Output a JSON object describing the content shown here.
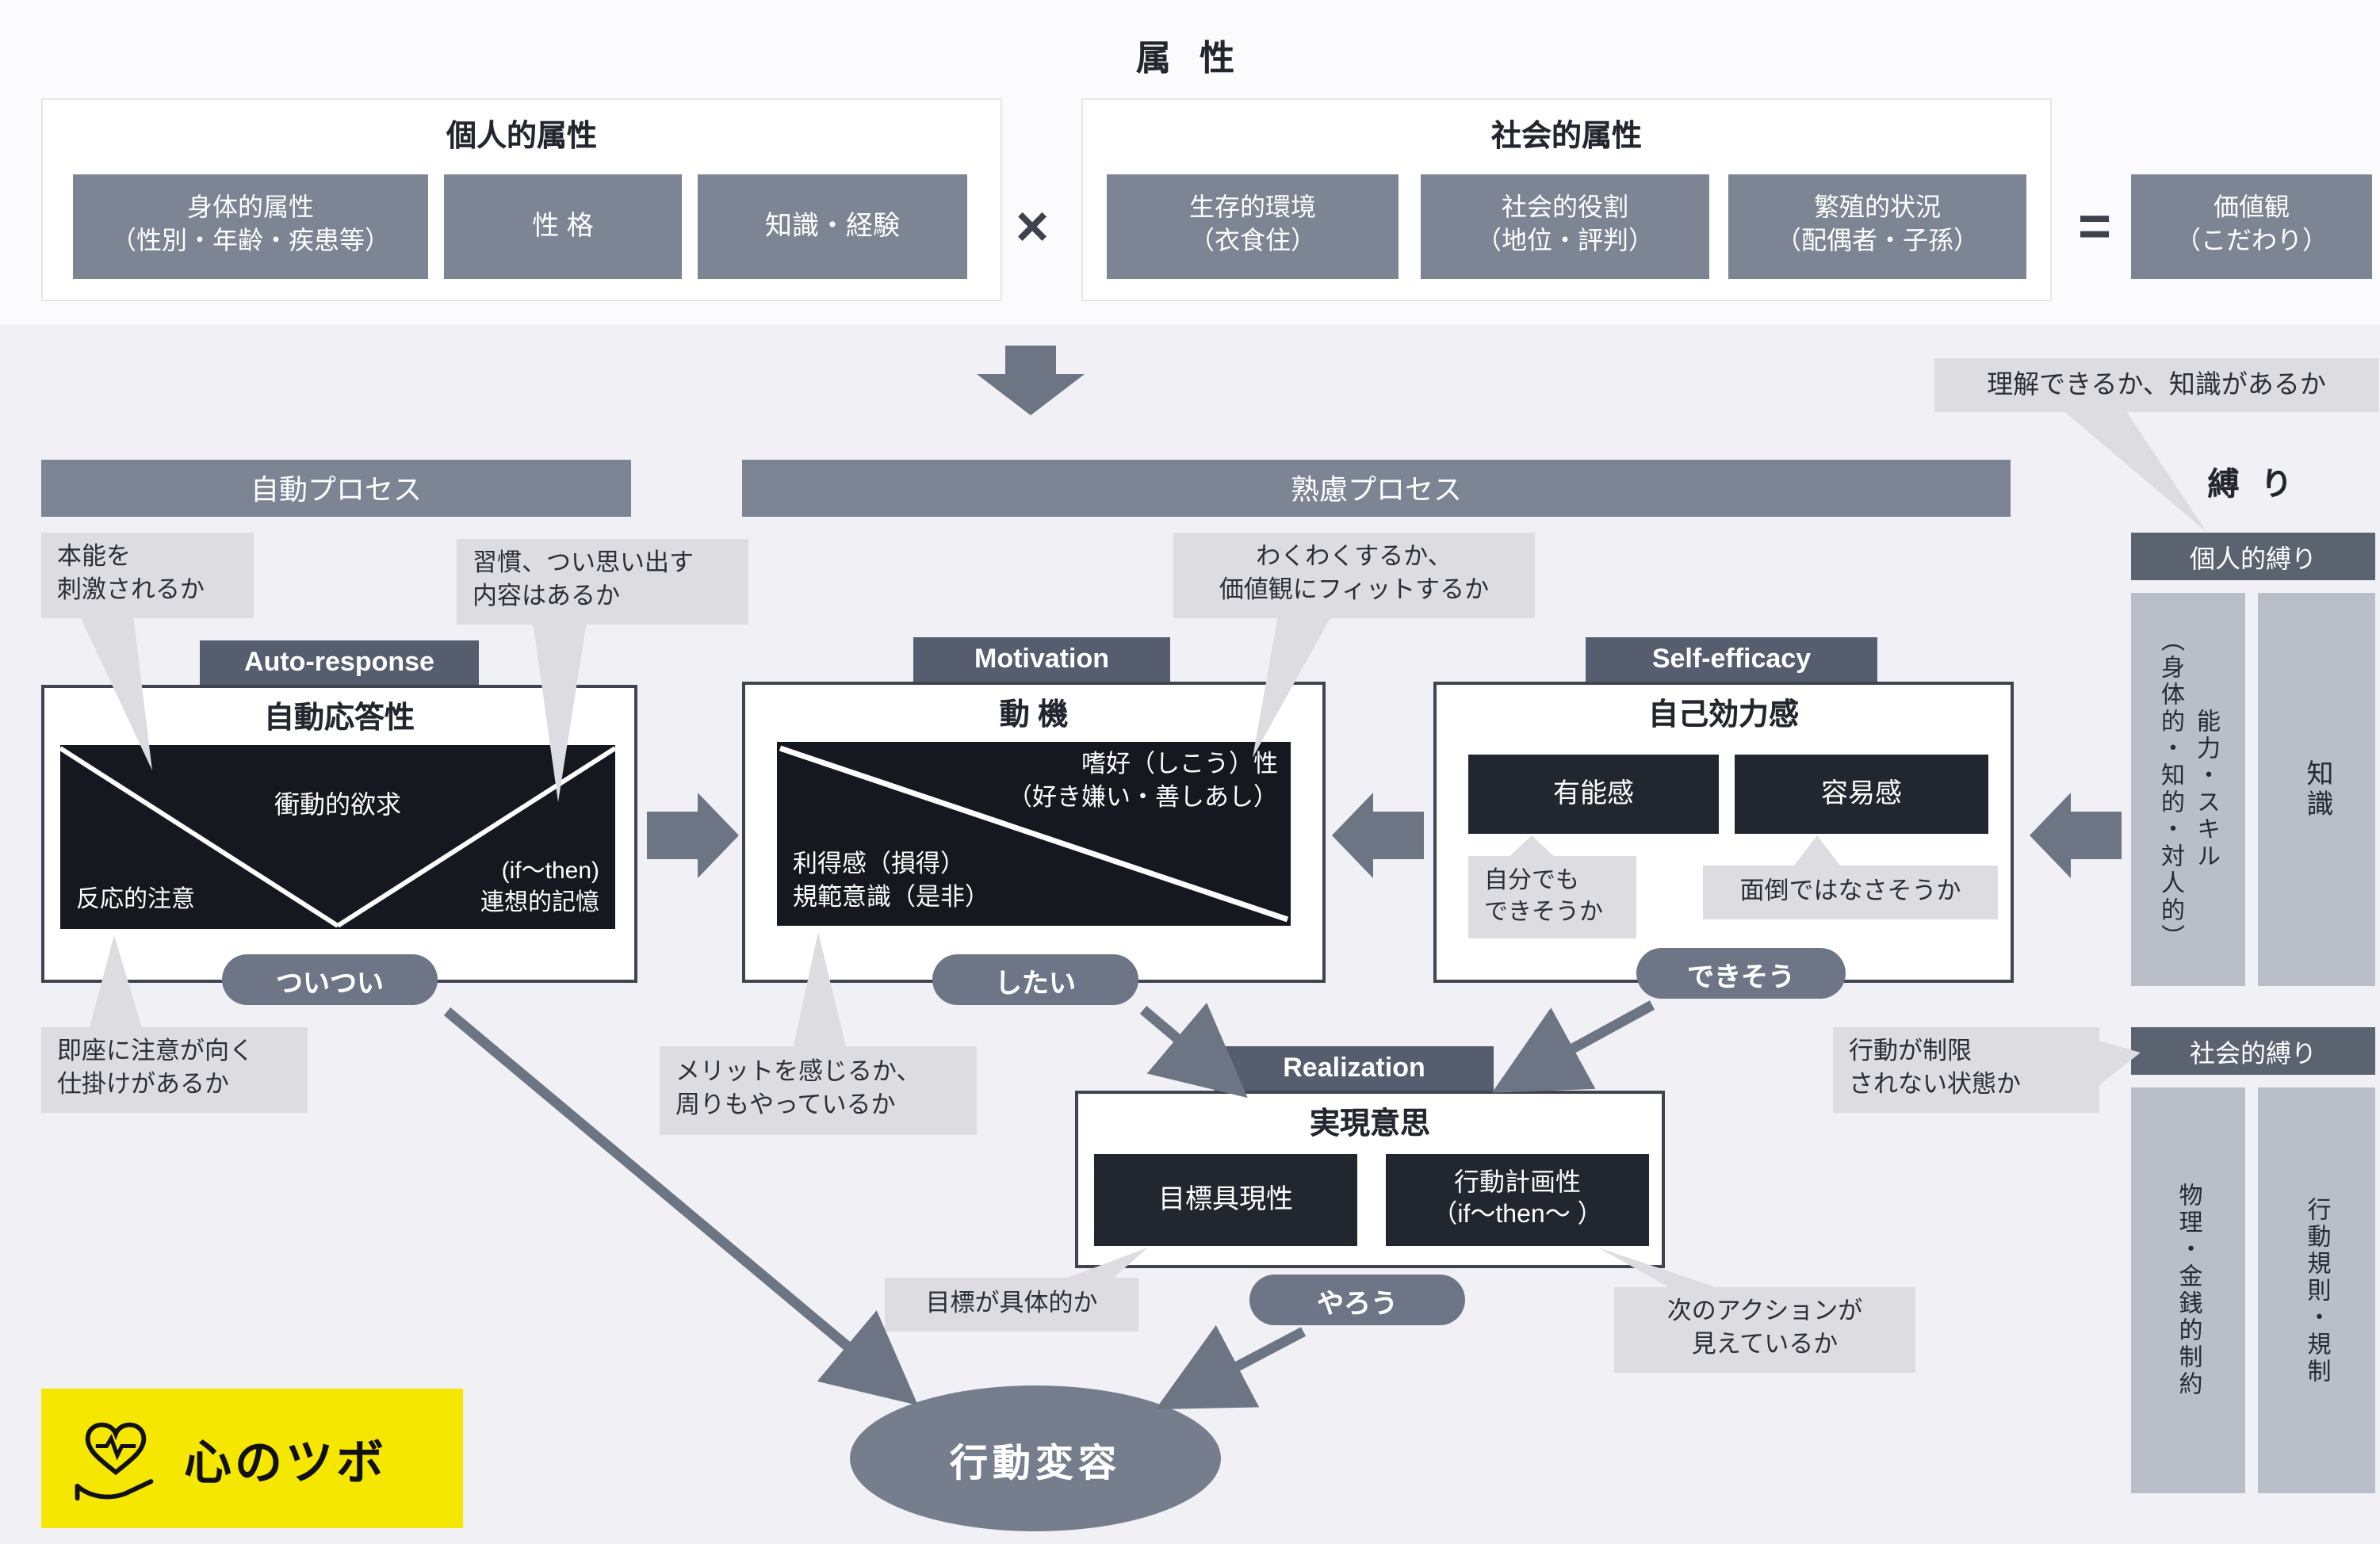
{
  "header": {
    "title": "属 性",
    "personal": {
      "title": "個人的属性",
      "items": [
        "身体的属性\n（性別・年齢・疾患等）",
        "性 格",
        "知識・経験"
      ]
    },
    "operator_multiply": "×",
    "social": {
      "title": "社会的属性",
      "items": [
        "生存的環境\n（衣食住）",
        "社会的役割\n（地位・評判）",
        "繁殖的状況\n（配偶者・子孫）"
      ]
    },
    "operator_equals": "=",
    "values_box": "価値観\n（こだわり）"
  },
  "process_bars": {
    "auto": "自動プロセス",
    "deliberate": "熟慮プロセス"
  },
  "shibari": {
    "title": "縛 り",
    "personal_bar": "個人的縛り",
    "personal_items": [
      "能力・スキル\n（身体的・知的・対人的）",
      "知識"
    ],
    "social_bar": "社会的縛り",
    "social_items": [
      "物理・金銭的制約",
      "行動規則・規制"
    ]
  },
  "auto_response": {
    "label": "Auto-response",
    "title": "自動応答性",
    "impulse": "衝動的欲求",
    "reactive": "反応的注意",
    "associative": "(if〜then)\n連想的記憶",
    "badge": "ついつい"
  },
  "motivation": {
    "label": "Motivation",
    "title": "動 機",
    "preference": "嗜好（しこう）性\n（好き嫌い・善しあし）",
    "gain": "利得感（損得）\n規範意識（是非）",
    "badge": "したい"
  },
  "self_efficacy": {
    "label": "Self-efficacy",
    "title": "自己効力感",
    "competence": "有能感",
    "ease": "容易感",
    "badge": "できそう"
  },
  "realization": {
    "label": "Realization",
    "title": "実現意思",
    "goal": "目標具現性",
    "plan": "行動計画性\n（if〜then〜 ）",
    "badge": "やろう"
  },
  "callouts": {
    "understand": "理解できるか、知識があるか",
    "instinct": "本能を\n刺激されるか",
    "habit": "習慣、つい思い出す\n内容はあるか",
    "exciting": "わくわくするか、\n価値観にフィットするか",
    "immediate": "即座に注意が向く\n仕掛けがあるか",
    "merit": "メリットを感じるか、\n周りもやっているか",
    "self_can": "自分でも\nできそうか",
    "not_troublesome": "面倒ではなさそうか",
    "goal_concrete": "目標が具体的か",
    "next_action": "次のアクションが\n見えているか",
    "not_restricted": "行動が制限\nされない状態か"
  },
  "outcome": "行動変容",
  "logo": "心のツボ",
  "colors": {
    "accent_gray": "#7d8493",
    "dark_bar": "#555d6e",
    "black_panel": "#16181f",
    "dark_box": "#22262f",
    "badge": "#6e7586",
    "callout_bg": "#dcdce1",
    "shibari_box": "#b9bec8",
    "logo_yellow": "#f6e700",
    "background": "#f1f1f5"
  }
}
